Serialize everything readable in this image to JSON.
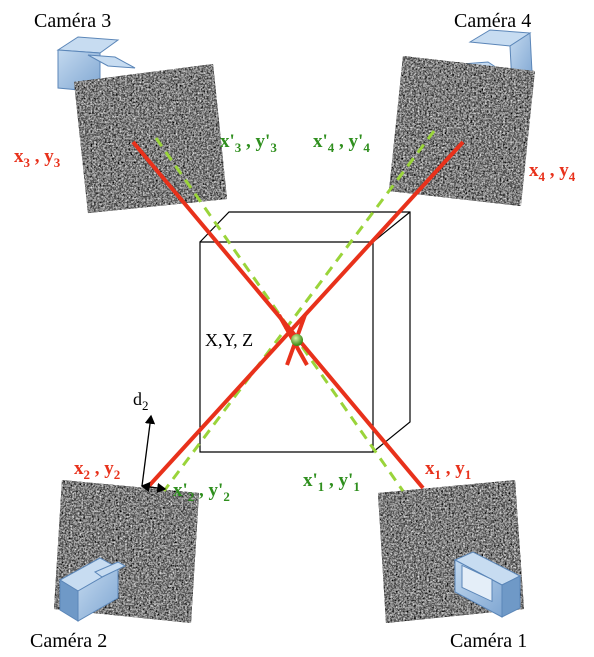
{
  "cameras": {
    "cam1": "Caméra 1",
    "cam2": "Caméra 2",
    "cam3": "Caméra 3",
    "cam4": "Caméra 4"
  },
  "point_label": "X,Y, Z",
  "distance_label": {
    "base": "d",
    "sub": "2"
  },
  "labels": {
    "x1y1": {
      "a": "x",
      "a_sub": "1",
      "sep": " , ",
      "b": "y",
      "b_sub": "1"
    },
    "x2y2": {
      "a": "x",
      "a_sub": "2",
      "sep": " , ",
      "b": "y",
      "b_sub": "2"
    },
    "x3y3": {
      "a": "x",
      "a_sub": "3",
      "sep": " , ",
      "b": "y",
      "b_sub": "3"
    },
    "x4y4": {
      "a": "x",
      "a_sub": "4",
      "sep": " , ",
      "b": "y",
      "b_sub": "4"
    },
    "xp1yp1": {
      "a": "x'",
      "a_sub": "1",
      "sep": " , ",
      "b": "y'",
      "b_sub": "1"
    },
    "xp2yp2": {
      "a": "x'",
      "a_sub": "2",
      "sep": " , ",
      "b": "y'",
      "b_sub": "2"
    },
    "xp3yp3": {
      "a": "x'",
      "a_sub": "3",
      "sep": " , ",
      "b": "y'",
      "b_sub": "3"
    },
    "xp4yp4": {
      "a": "x'",
      "a_sub": "4",
      "sep": " , ",
      "b": "y'",
      "b_sub": "4"
    }
  },
  "colors": {
    "ray": "#e8311b",
    "ray_label": "#e8311b",
    "dashed": "#9ad43a",
    "dashed_label": "#2f8f1e",
    "camera_body": "#8fb5dc",
    "camera_edge": "#5b86b8",
    "point": "#6cb52e"
  }
}
